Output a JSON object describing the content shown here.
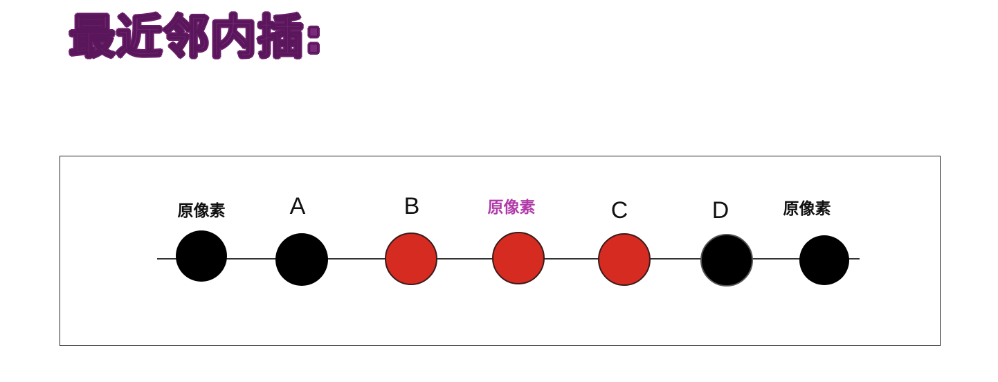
{
  "title": "最近邻内插:",
  "colors": {
    "title_fill": "#7a2a7a",
    "original_pixel": "#000000",
    "interpolated_pixel": "#d52b20",
    "highlight_label": "#b03aa8"
  },
  "points": [
    {
      "label": "原像素",
      "kind": "original"
    },
    {
      "label": "A",
      "kind": "original-copy"
    },
    {
      "label": "B",
      "kind": "interpolated"
    },
    {
      "label": "原像素",
      "kind": "interpolated"
    },
    {
      "label": "C",
      "kind": "interpolated"
    },
    {
      "label": "D",
      "kind": "original-copy"
    },
    {
      "label": "原像素",
      "kind": "original"
    }
  ]
}
